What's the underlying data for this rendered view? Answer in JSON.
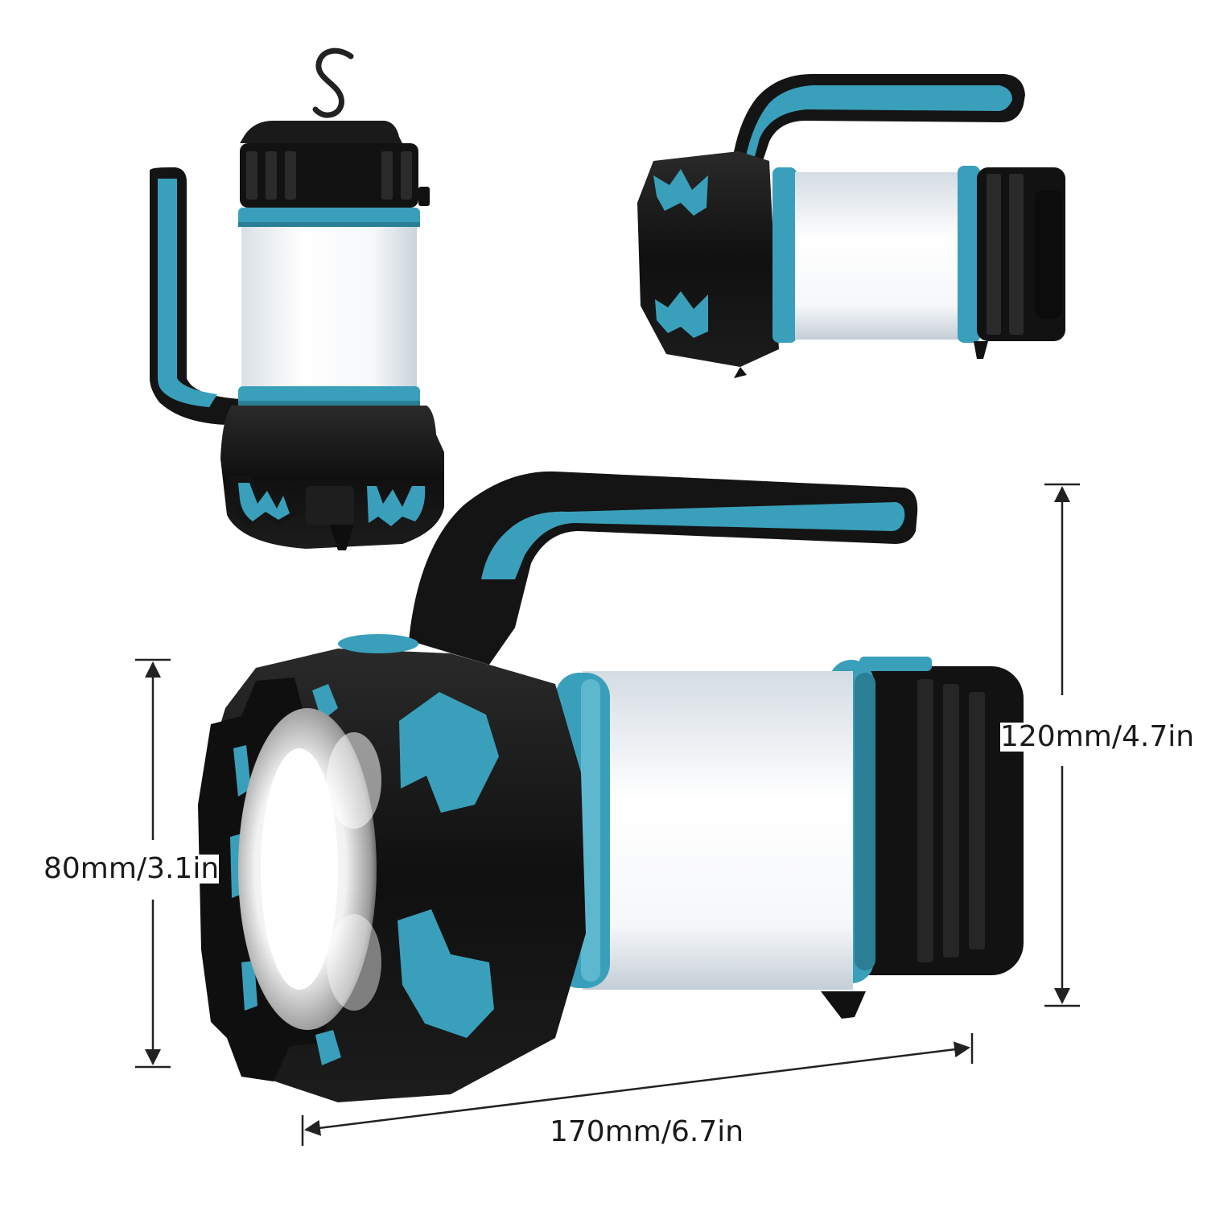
{
  "dimensions": {
    "head_height": "80mm/3.1in",
    "total_height": "120mm/4.7in",
    "length": "170mm/6.7in"
  },
  "colors": {
    "body": "#141414",
    "accent": "#3a9fba",
    "accent_dark": "#2a7f97",
    "diffuser": "#f4f6f8",
    "lens": "#ffffff",
    "dimension_line": "#222222"
  },
  "views": [
    "lantern-view-hanging",
    "lantern-view-side",
    "lantern-view-main"
  ]
}
